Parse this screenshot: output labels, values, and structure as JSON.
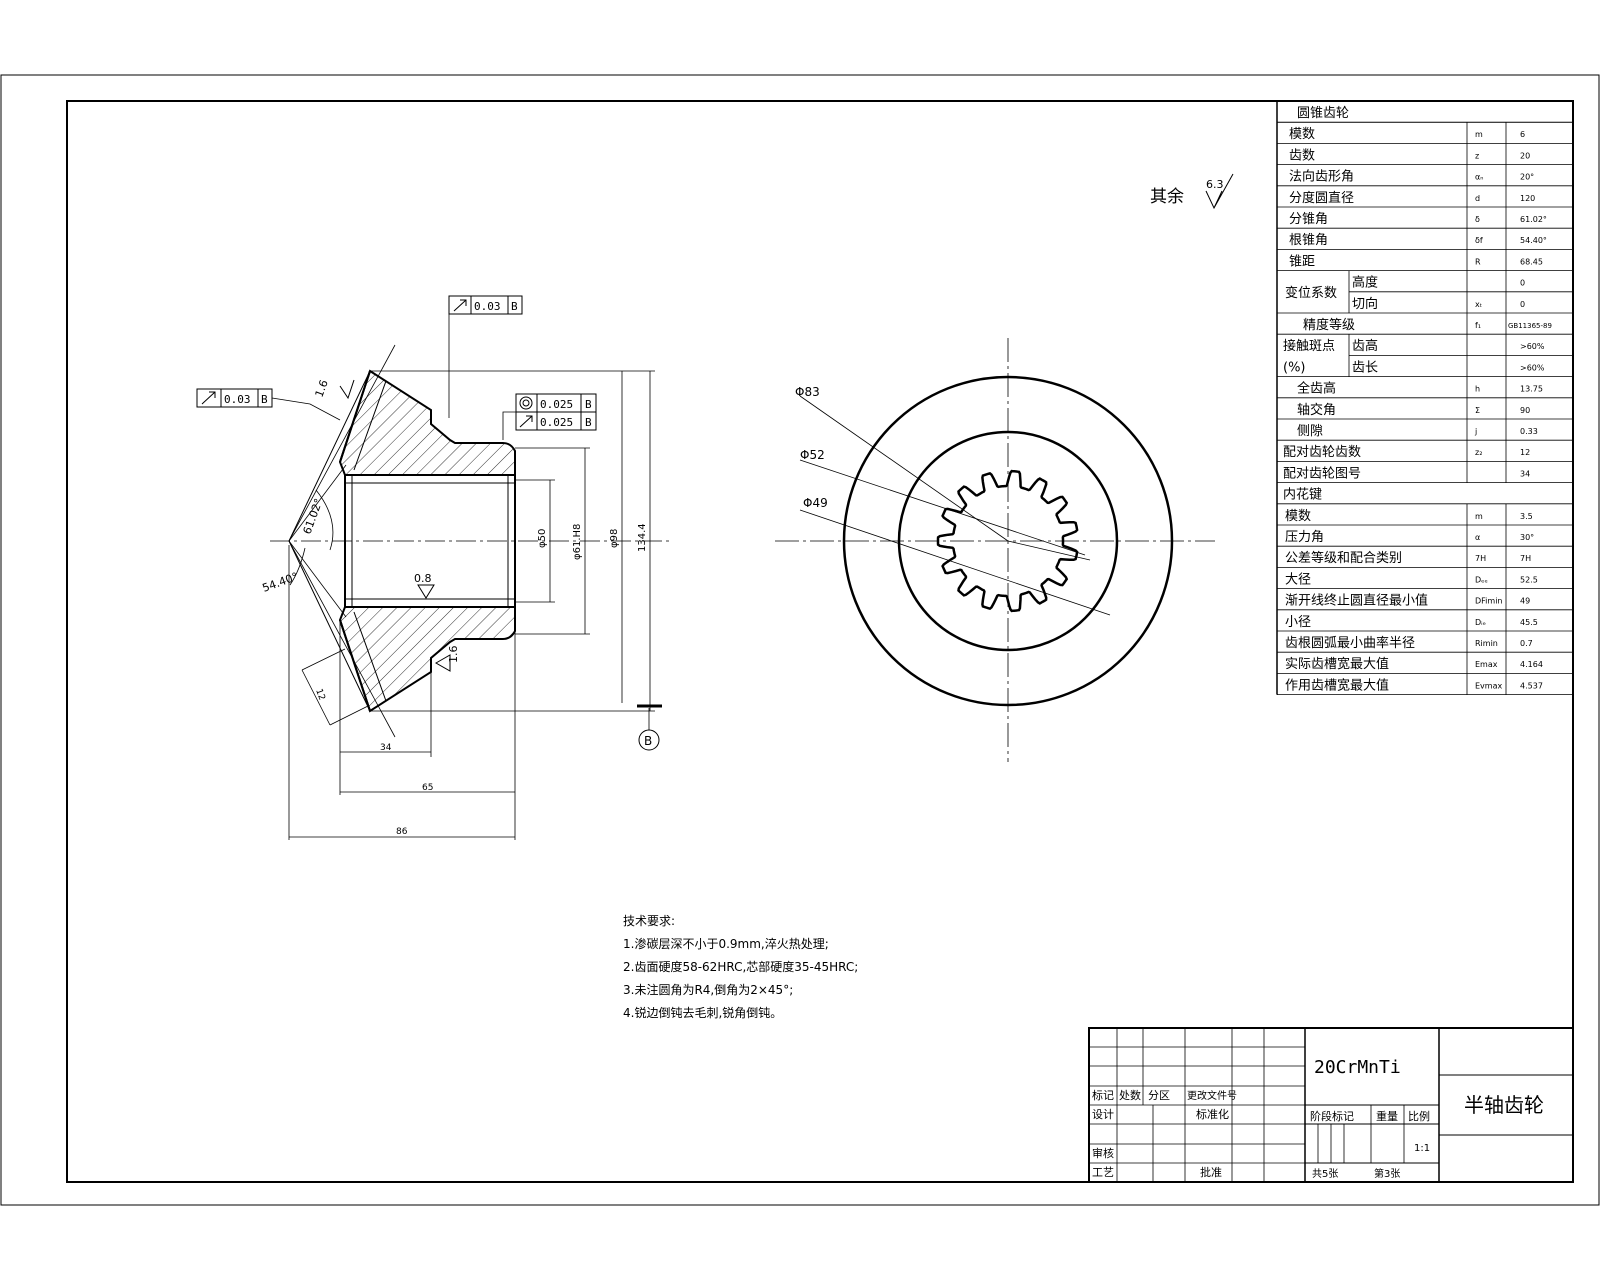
{
  "surface_roughness": {
    "prefix": "其余",
    "value": "6.3"
  },
  "callouts": {
    "runout_top": {
      "value": "0.03",
      "datum": "B"
    },
    "runout_left": {
      "value": "0.03",
      "datum": "B"
    },
    "coaxiality": {
      "value": "0.025",
      "datum": "B"
    },
    "runout2": {
      "value": "0.025",
      "datum": "B"
    },
    "datum_label": "B"
  },
  "section_dims": {
    "rough_1": "1.6",
    "rough_2": "1.6",
    "rough_3": "0.8",
    "angle_1": "61.02°",
    "angle_2": "54.40°",
    "slant": "12",
    "len_34": "34",
    "len_65": "65",
    "len_86": "86",
    "dia_1": "φ50",
    "dia_2": "φ61.H8",
    "dia_3": "φ98",
    "dia_4": "134.4"
  },
  "front_dims": {
    "d_outer": "Φ83",
    "d_mid": "Φ52",
    "d_inner": "Φ49"
  },
  "params_table": {
    "title": "圆锥齿轮",
    "rows": [
      {
        "label": "模数",
        "sym": "m",
        "val": "6"
      },
      {
        "label": "齿数",
        "sym": "z",
        "val": "20"
      },
      {
        "label": "法向齿形角",
        "sym": "αₙ",
        "val": "20°"
      },
      {
        "label": "分度圆直径",
        "sym": "d",
        "val": "120"
      },
      {
        "label": "分锥角",
        "sym": "δ",
        "val": "61.02°"
      },
      {
        "label": "根锥角",
        "sym": "δf",
        "val": "54.40°"
      },
      {
        "label": "锥距",
        "sym": "R",
        "val": "68.45"
      }
    ],
    "shift": {
      "label": "变位系数",
      "sub1": "高度",
      "sym1": "",
      "val1": "0",
      "sub2": "切向",
      "sym2": "xₜ",
      "val2": "0"
    },
    "precision": {
      "label": "精度等级",
      "sym": "f₁",
      "val": "GB11365-89"
    },
    "contact": {
      "label1": "接触斑点",
      "label2": "(%)",
      "sub1": "齿高",
      "val1": ">60%",
      "sub2": "齿长",
      "val2": ">60%"
    },
    "rows2": [
      {
        "label": "全齿高",
        "sym": "h",
        "val": "13.75"
      },
      {
        "label": "轴交角",
        "sym": "Σ",
        "val": "90"
      },
      {
        "label": "侧隙",
        "sym": "j",
        "val": "0.33"
      },
      {
        "label": "配对齿轮齿数",
        "sym": "z₂",
        "val": "12"
      },
      {
        "label": "配对齿轮图号",
        "sym": "",
        "val": "34"
      }
    ],
    "spline_title": "内花键",
    "rows3": [
      {
        "label": "模数",
        "sym": "m",
        "val": "3.5"
      },
      {
        "label": "压力角",
        "sym": "α",
        "val": "30°"
      },
      {
        "label": "公差等级和配合类别",
        "sym": "7H",
        "val": "7H"
      },
      {
        "label": "大径",
        "sym": "Dₑₑ",
        "val": "52.5"
      },
      {
        "label": "渐开线终止圆直径最小值",
        "sym": "DFimin",
        "val": "49"
      },
      {
        "label": "小径",
        "sym": "Dᵢₑ",
        "val": "45.5"
      },
      {
        "label": "齿根圆弧最小曲率半径",
        "sym": "Rimin",
        "val": "0.7"
      },
      {
        "label": "实际齿槽宽最大值",
        "sym": "Emax",
        "val": "4.164"
      },
      {
        "label": "作用齿槽宽最大值",
        "sym": "Evmax",
        "val": "4.537"
      }
    ]
  },
  "tech_req": {
    "title": "技术要求:",
    "items": [
      "1.渗碳层深不小于0.9mm,淬火热处理;",
      "2.齿面硬度58-62HRC,芯部硬度35-45HRC;",
      "3.未注圆角为R4,倒角为2×45°;",
      "4.锐边倒钝去毛刺,锐角倒钝。"
    ]
  },
  "title_block": {
    "material": "20CrMnTi",
    "part_name": "半轴齿轮",
    "rev_headers": [
      "标记",
      "处数",
      "分区",
      "更改文件号"
    ],
    "design": "设计",
    "standard": "标准化",
    "review": "审核",
    "process": "工艺",
    "approve": "批准",
    "stage_mark": "阶段标记",
    "weight": "重量",
    "scale": "比例",
    "scale_val": "1:1",
    "total_sheets": "共5张",
    "sheet_no": "第3张"
  }
}
